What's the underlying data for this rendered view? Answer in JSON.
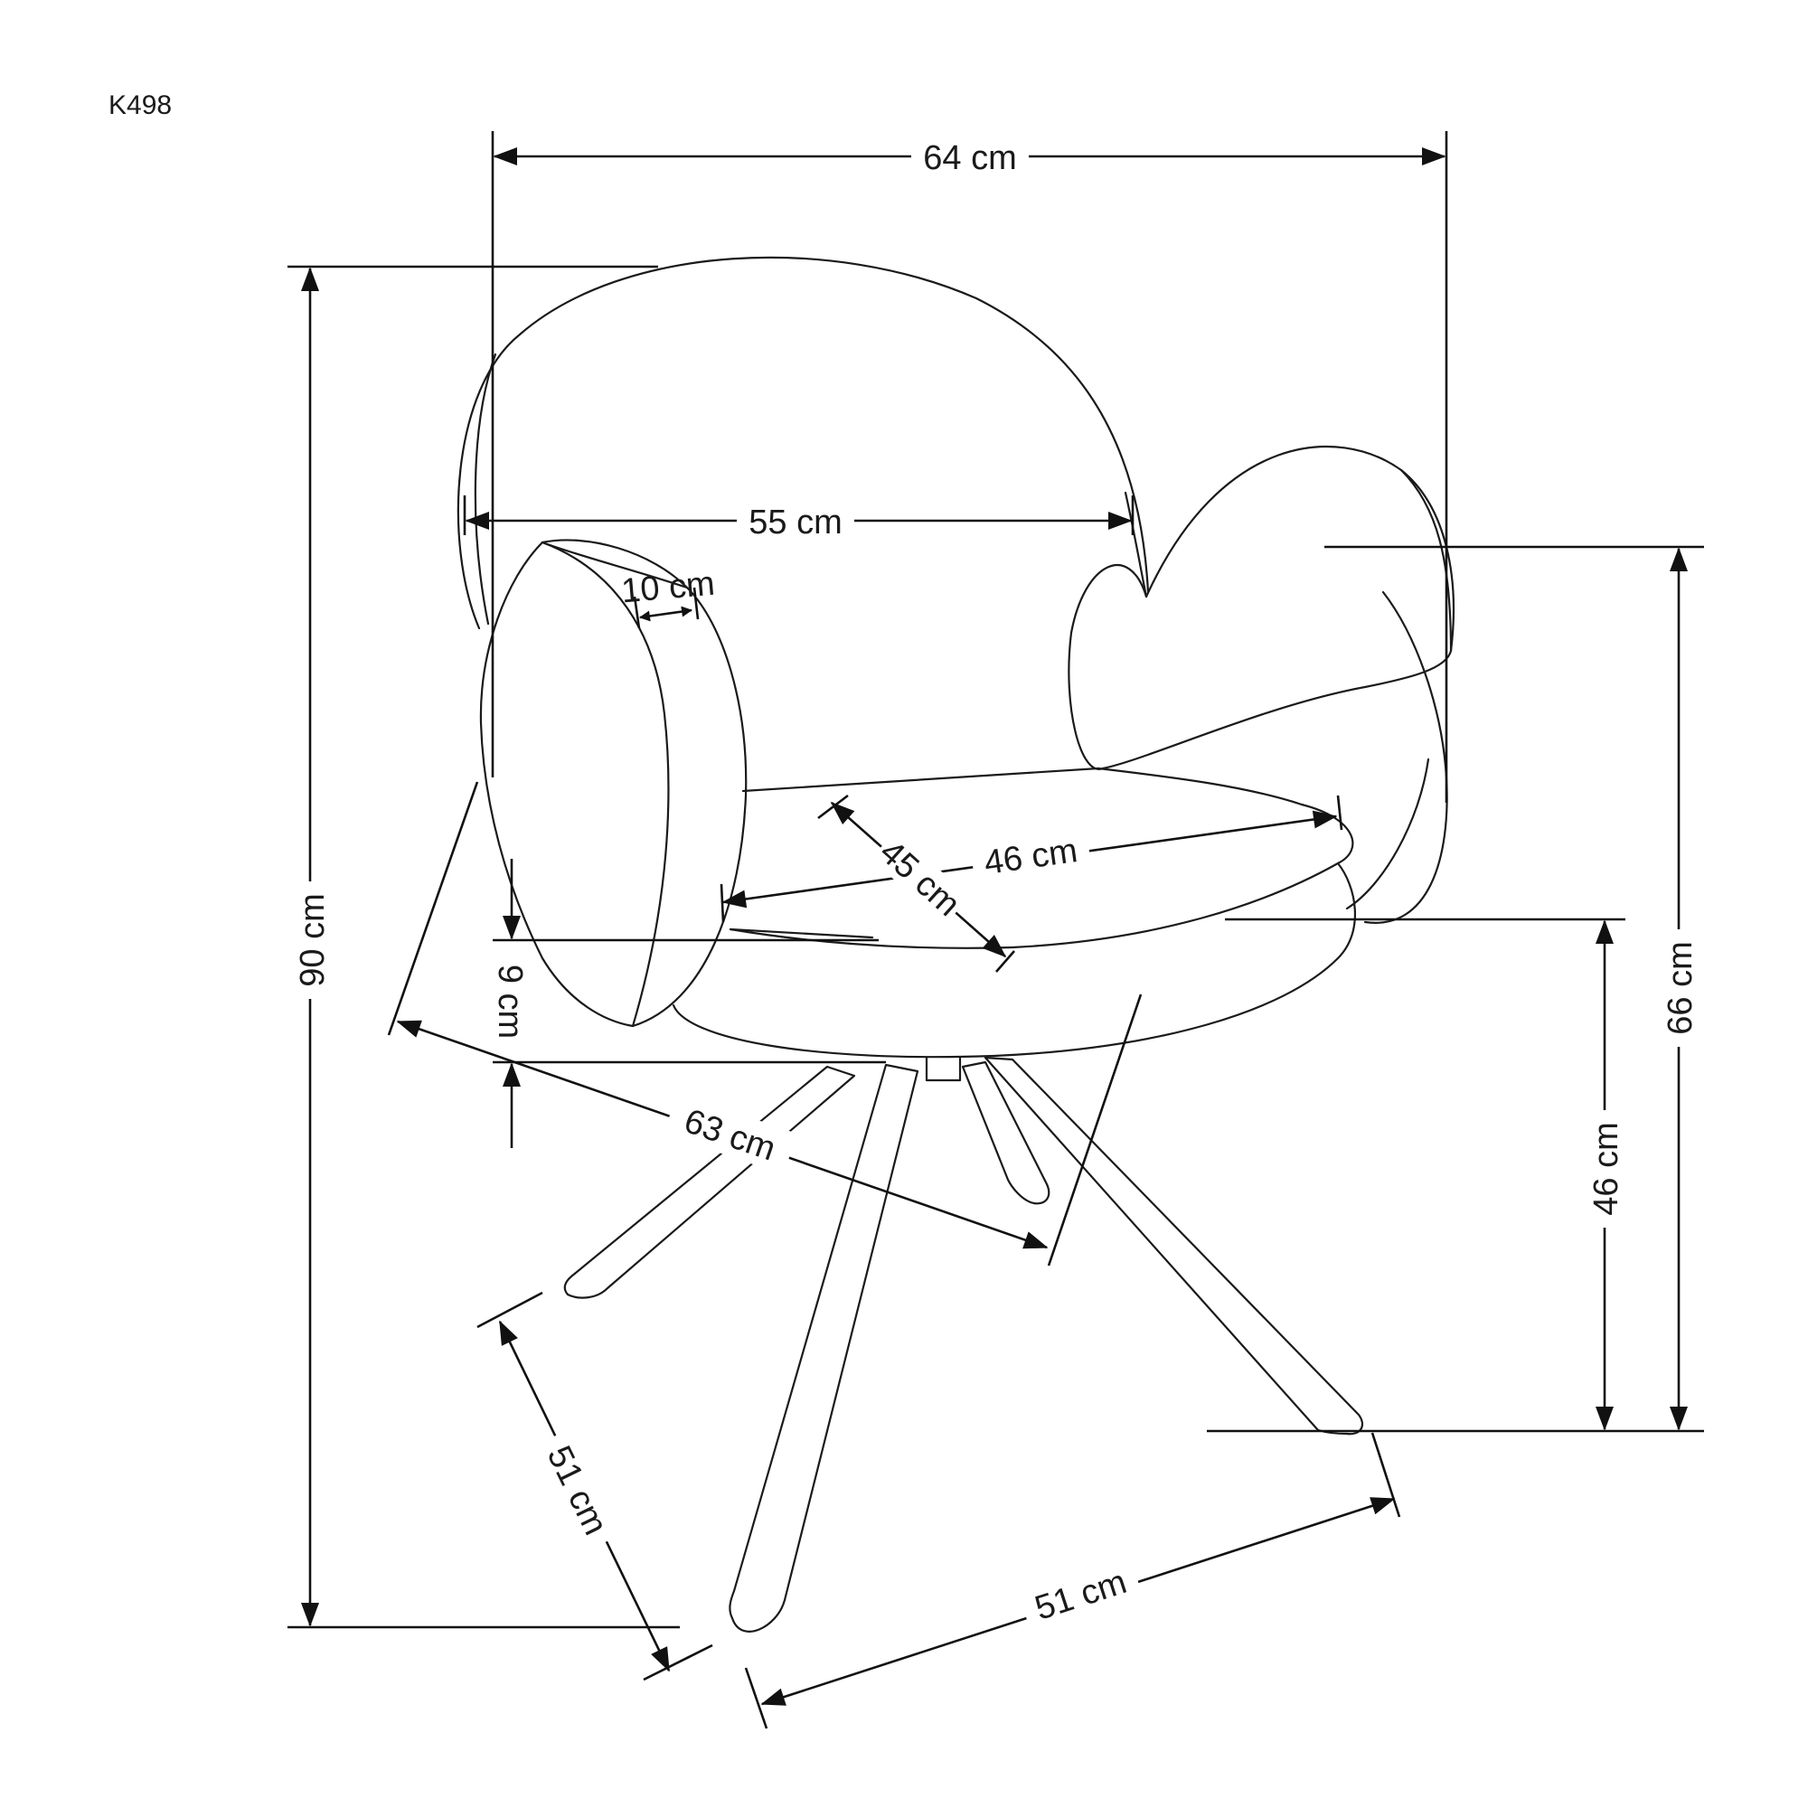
{
  "model": "K498",
  "colors": {
    "stroke": "#1a1a1a",
    "background": "#ffffff"
  },
  "dimensions": {
    "width": "64 cm",
    "back_width": "55 cm",
    "armrest_thickness": "10 cm",
    "seat_width": "46 cm",
    "seat_depth": "45 cm",
    "total_height": "90 cm",
    "cushion_height": "9 cm",
    "depth": "63 cm",
    "armrest_height": "66 cm",
    "seat_height": "46 cm",
    "base_depth": "51 cm",
    "base_width": "51 cm"
  }
}
